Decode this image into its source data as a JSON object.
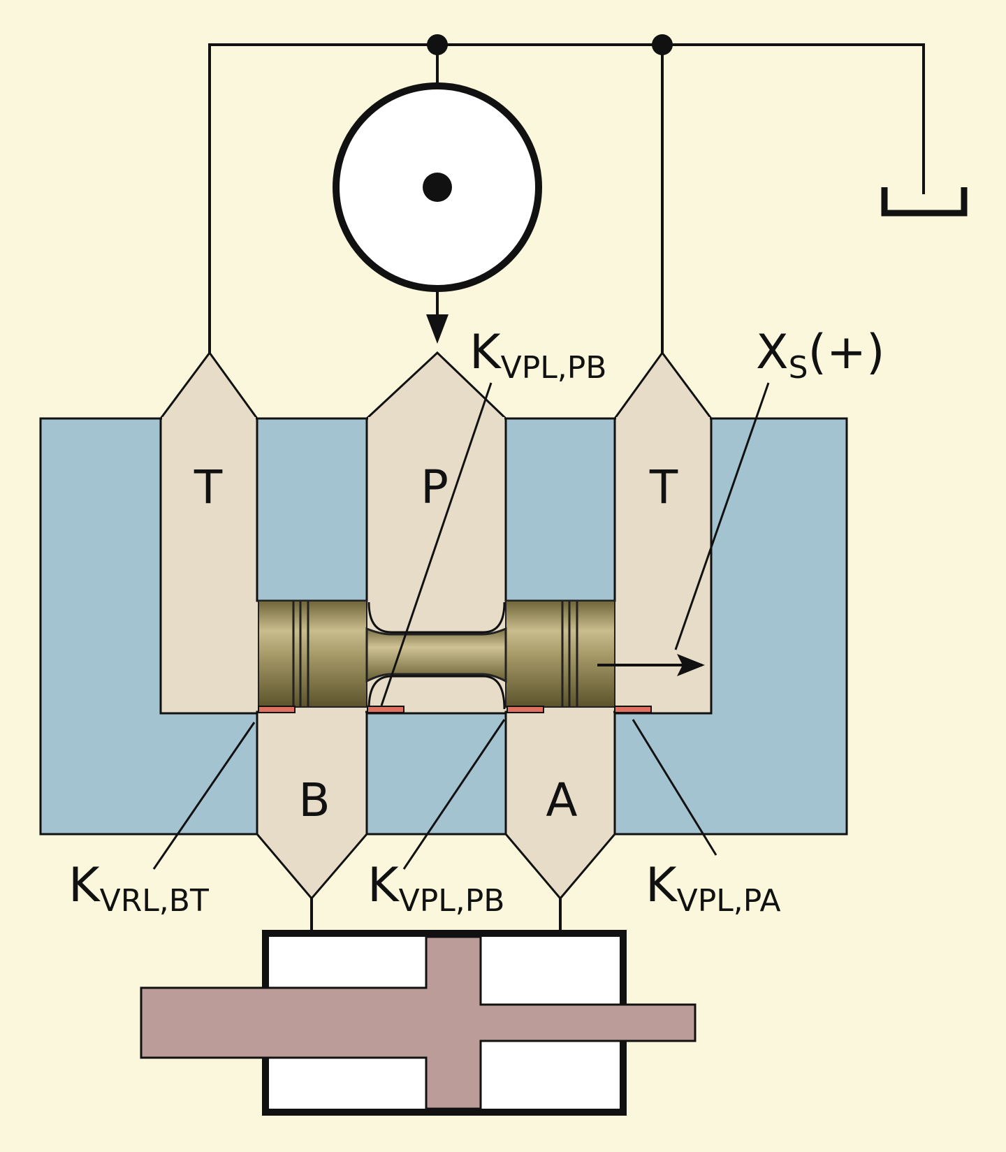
{
  "colors": {
    "background": "#fbf7dc",
    "valve_body": "#a4c3d1",
    "port_channel": "#e6dcc8",
    "spool": "#8a7c4e",
    "piston_rod": "#bc9c98",
    "overlap_marker": "#e07060",
    "line": "#111111"
  },
  "ports": {
    "tank_left": "T",
    "pressure": "P",
    "tank_right": "T",
    "work_b": "B",
    "work_a": "A"
  },
  "labels": {
    "kvpl_pb_top": {
      "main": "K",
      "sub": "VPL,PB"
    },
    "xs": {
      "main": "X",
      "sub": "S",
      "suffix": "(+)"
    },
    "kvrl_bt": {
      "main": "K",
      "sub": "VRL,BT"
    },
    "kvpl_pb_bottom": {
      "main": "K",
      "sub": "VPL,PB"
    },
    "kvpl_pa": {
      "main": "K",
      "sub": "VPL,PA"
    }
  },
  "icons": [
    "pump-symbol",
    "tank-symbol",
    "spool",
    "hydraulic-cylinder",
    "motion-arrow"
  ]
}
